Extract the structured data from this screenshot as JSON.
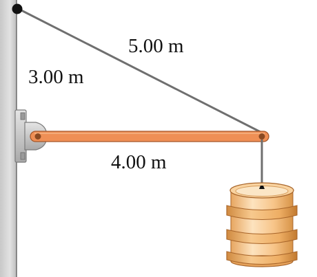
{
  "labels": {
    "hypotenuse": "5.00 m",
    "vertical": "3.00 m",
    "horizontal": "4.00 m"
  },
  "colors": {
    "wall": "#d9d9d9",
    "cable": "#6f6f6f",
    "beam": "#ef8f55",
    "beam_edge": "#a4572a",
    "bracket": "#c9c9c9",
    "barrel_light": "#fde3bf",
    "barrel_mid": "#f7c488",
    "barrel_dark": "#cf8a3f"
  },
  "icons": [
    "wall",
    "pivot-bracket",
    "cable-anchor",
    "barrel"
  ]
}
